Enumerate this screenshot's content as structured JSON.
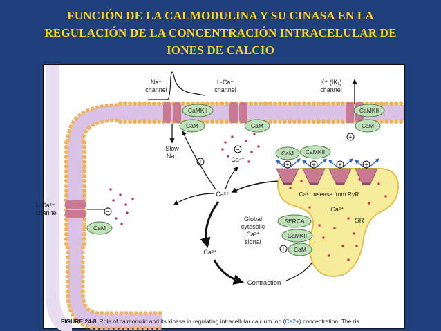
{
  "slide": {
    "title_lines": [
      "FUNCIÓN  DE  LA  CALMODULINA  Y  SU  CINASA  EN  LA",
      "REGULACIÓN  DE  LA CONCENTRACIÓN   INTRACELULAR  DE",
      "IONES  DE CALCIO"
    ]
  },
  "colors": {
    "background": "#1f3f7a",
    "title": "#ffd21f",
    "membrane_head": "#f0b35a",
    "membrane_tail": "#c9a8dc",
    "channel": "#c97a92",
    "protein": "#bfe0b8",
    "sr": "#f7ec9a",
    "calcium_dot": "#c9395a",
    "arrow_blue": "#2b63c7"
  },
  "diagram": {
    "channels": {
      "na_line1": "Na⁺",
      "na_line2": "channel",
      "lca_top_line1": "L-Ca⁺",
      "lca_top_line2": "channel",
      "k_line1": "K⁺ (IK₁)",
      "k_line2": "channel",
      "lca_side_line1": "L-Ca²⁺",
      "lca_side_line2": "channel"
    },
    "proteins": {
      "camkii": "CaMKII",
      "cam": "CaM",
      "serca": "SERCA"
    },
    "labels": {
      "slow_na_line1": "Slow",
      "slow_na_line2": "Na⁺",
      "ca2": "Ca²⁺",
      "global_line1": "Global",
      "global_line2": "cytosolic",
      "global_line3": "Ca²⁺",
      "global_line4": "signal",
      "contraction": "Contraction",
      "ryr_release": "Ca²⁺ release from RyR",
      "sr": "SR"
    },
    "signs": {
      "plus": "+",
      "minus": "−"
    },
    "caption_figure": "FIGURE 24-8",
    "caption_text_pre": "Role of calmodulin and its kinase in regulating intracellular calcium ion (",
    "caption_ion": "Ca2+",
    "caption_text_post": ") concentration. The ris"
  }
}
